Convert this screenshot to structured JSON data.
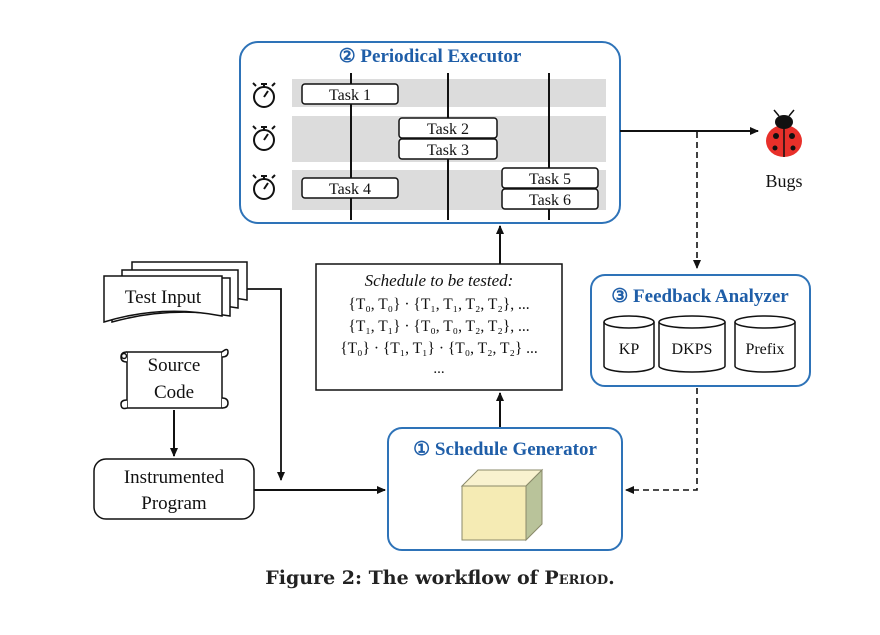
{
  "executor": {
    "title": "② Periodical Executor",
    "tasks": [
      "Task 1",
      "Task 2",
      "Task 3",
      "Task 4",
      "Task 5",
      "Task 6"
    ]
  },
  "bugs_label": "Bugs",
  "schedule_box": {
    "title": "Schedule to be tested:",
    "line1": "{T₀, T₀} · {T₁, T₁, T₂, T₂}, ...",
    "line2": "{T₁, T₁} · {T₀, T₀, T₂, T₂}, ...",
    "line3": "{T₀} · {T₁, T₁} · {T₀, T₂, T₂} ...",
    "line4": "..."
  },
  "feedback": {
    "title": "③ Feedback Analyzer",
    "stores": [
      "KP",
      "DKPS",
      "Prefix"
    ]
  },
  "generator": {
    "title": "① Schedule Generator"
  },
  "inputs": {
    "test_input": "Test Input",
    "source_code_1": "Source",
    "source_code_2": "Code",
    "instrumented_1": "Instrumented",
    "instrumented_2": "Program"
  },
  "caption": {
    "prefix": "Figure 2: The workflow of ",
    "name": "Period",
    "suffix": "."
  },
  "colors": {
    "accent_blue": "#2e73b8",
    "title_blue": "#1f5ea8",
    "lane_gray": "#dcdcdc",
    "cube_face": "#f5ebb4",
    "cube_side": "#b9c39a",
    "cube_top": "#f9f2cf",
    "bug_red": "#e8302a"
  }
}
